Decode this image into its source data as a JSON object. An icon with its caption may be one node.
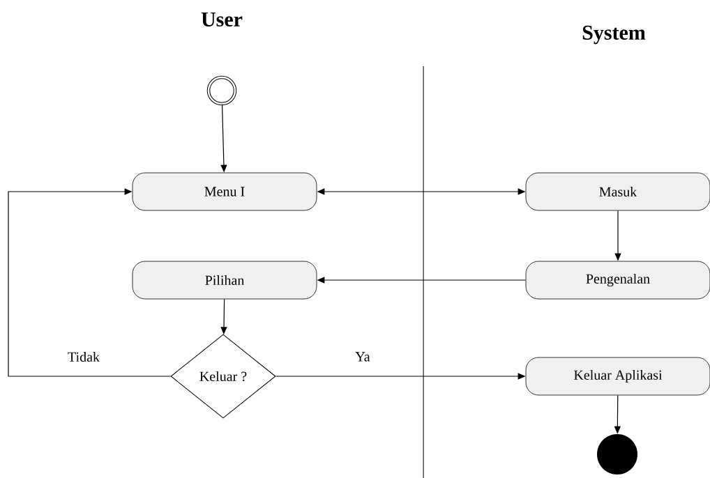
{
  "diagram": {
    "nodes": [
      {
        "text": [],
        "shape": "ring"
      },
      {
        "text": [
          "Menu I"
        ]
      },
      {
        "text": [
          "Masuk"
        ]
      },
      {
        "text": [
          "Pengenalan"
        ]
      },
      {
        "text": [
          "Pilihan"
        ]
      },
      {
        "text": [
          "Keluar ?"
        ]
      },
      {
        "text": [
          "Keluar  Aplikasi"
        ]
      },
      {
        "text": [],
        "shape": "circle"
      }
    ],
    "edges": [
      {
        "from": 0,
        "to": 1,
        "arrow": "to"
      },
      {
        "from": 1,
        "to": 2,
        "arrow": "both"
      },
      {
        "from": 2,
        "to": 3,
        "arrow": "to"
      },
      {
        "from": 3,
        "to": 4,
        "arrow": "to"
      },
      {
        "from": 4,
        "to": 5,
        "arrow": "to"
      },
      {
        "from": 5,
        "to": 1,
        "arrow": "to",
        "label": "Tidak"
      },
      {
        "from": 5,
        "to": 6,
        "arrow": "to",
        "label": "Ya"
      },
      {
        "from": 6,
        "to": 7,
        "arrow": "to"
      }
    ],
    "labels": [
      "User",
      "System"
    ]
  }
}
